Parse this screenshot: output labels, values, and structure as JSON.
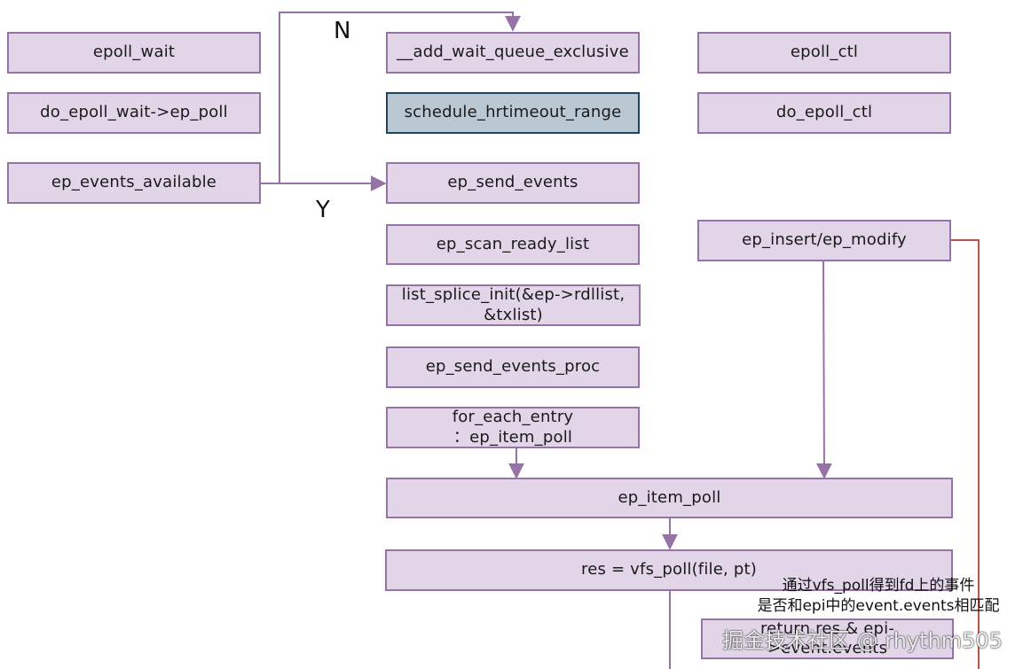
{
  "nodes": {
    "epoll_wait": "epoll_wait",
    "do_epoll_wait": "do_epoll_wait->ep_poll",
    "ep_events_available": "ep_events_available",
    "add_wait_queue": "__add_wait_queue_exclusive",
    "schedule_hrtimeout": "schedule_hrtimeout_range",
    "ep_send_events": "ep_send_events",
    "ep_scan_ready_list": "ep_scan_ready_list",
    "list_splice_line1": "list_splice_init(&ep->rdllist,",
    "list_splice_line2": "&txlist)",
    "ep_send_events_proc": "ep_send_events_proc",
    "for_each_line1": "for_each_entry",
    "for_each_line2": "：ep_item_poll",
    "epoll_ctl": "epoll_ctl",
    "do_epoll_ctl": "do_epoll_ctl",
    "ep_insert_modify": "ep_insert/ep_modify",
    "ep_item_poll": "ep_item_poll",
    "vfs_poll": "res = vfs_poll(file, pt)",
    "return_line1": "return res & epi-",
    "return_line2": ">event.events"
  },
  "labels": {
    "no": "N",
    "yes": "Y"
  },
  "note": {
    "line1": "通过vfs_poll得到fd上的事件",
    "line2": "是否和epi中的event.events相匹配"
  },
  "watermark": "掘金技术社区 @ rhythm505",
  "colors": {
    "node_fill": "#e1d5e7",
    "node_border": "#9673a6",
    "dark_fill": "#bac8d3",
    "dark_border": "#23445d",
    "edge": "#9673a6",
    "edge_red": "#b85450"
  }
}
